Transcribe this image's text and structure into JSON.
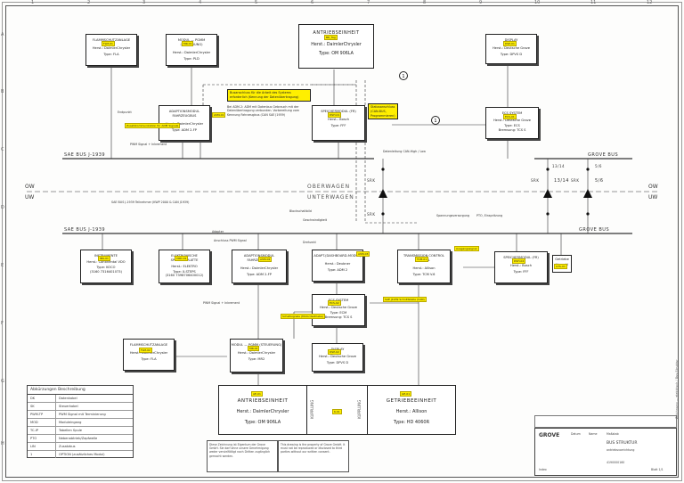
{
  "ruler_numbers": [
    "1",
    "2",
    "3",
    "4",
    "5",
    "6",
    "7",
    "8",
    "9",
    "10",
    "11",
    "12"
  ],
  "ruler_letters": [
    "A",
    "B",
    "C",
    "D",
    "E",
    "F",
    "G",
    "H"
  ],
  "main_top": {
    "tag": "BR_Tag",
    "title": "ANTRIEBSEINHEIT",
    "manufacturer": "Herst.: DaimlerChrysler",
    "type": "Type: OM 906LA"
  },
  "boxes": {
    "flm_top": {
      "tag": "FLM-01",
      "title": "FLAMMSCHUTZANLAGE",
      "l1": "Herst.: DaimlerChrysler",
      "l2": "Type: FLA"
    },
    "mr_top": {
      "tag": "MR-01",
      "title": "MODUL — PGMM (STEUERUNG)",
      "l1": "Herst.: DaimlerChrysler",
      "l2": "Type: PLD"
    },
    "adapt_top": {
      "tag": "ASM-01",
      "title": "ADAPTIONSMODUL FAHRZEUGBUS",
      "l1": "Herst.: DaimlerChrysler",
      "l2": "Type: ADM 2-FP"
    },
    "dsh_top": {
      "tag": "DSH-01",
      "title": "SPEICHERMODUL (FR)",
      "l1": "Herst.: Bosch",
      "l2": "Type: FFF"
    },
    "disp_top": {
      "tag": "DSP-01",
      "title": "DISPLAY",
      "l1": "Herst.: Deutsche Grove",
      "l2": "Type: DPVS D"
    },
    "ecs_top": {
      "tag": "ECS-01",
      "title": "ECS SYSTEM",
      "l1": "Herst.: Deutsche Grove",
      "l2": "Type: ECS",
      "l3": "Bremsung: TCS S"
    },
    "inst": {
      "tag": "INS-01",
      "title": "INSTRUMENTE",
      "l1": "Herst.: Continental VDO",
      "l2": "Type: KOCO",
      "l3": "(3160 7316401073)"
    },
    "card": {
      "tag": "CRD-01",
      "title": "ELEKTRONISCHE SPEICHERPLATTE",
      "l1": "Herst.: ELEKTRO",
      "l2": "Type: X-STEPS",
      "l3": "(3160 7398706400012)"
    },
    "adapt_mid": {
      "tag": "ASM-02",
      "title": "ADAPTIONSMODUL FAHRZEUGBUS",
      "l1": "Herst.: DaimlerChrysler",
      "l2": "Type: ADM 2-FP"
    },
    "adapt_r": {
      "tag": "ASM-03",
      "title": "ADAPT.(DASHBOARD-MODUL)",
      "l1": "Herst.: Deubner",
      "l2": "Type: ADM 2"
    },
    "trans": {
      "tag": "TCM-01",
      "title": "TRANSMISSION CONTROL MODUL",
      "l1": "Herst.: Allison",
      "l2": "Type: TCM V.6"
    },
    "dash_r": {
      "tag": "DSH-02",
      "title": "SPEICHERMODUL (FR)",
      "l1": "Herst.: Bosch",
      "l2": "Type: FFF"
    },
    "ecs_mid": {
      "tag": "ECS-02",
      "title": "ECS SYSTEM",
      "l1": "Herst.: Deutsche Grove",
      "l2": "Type: ECM",
      "l3": "Bremsung: TCS S"
    },
    "disp_mid": {
      "tag": "DSP-02",
      "title": "DISPLAY",
      "l1": "Herst.: Deutsche Grove",
      "l2": "Type: DPVS D"
    },
    "flm_bot": {
      "tag": "FLM-02",
      "title": "FLAMMSCHUTZANLAGE",
      "l1": "Herst.: DaimlerChrysler",
      "l2": "Type: FLA"
    },
    "mr_bot": {
      "tag": "MR-02",
      "title": "MODUL — PGMM (STEUERUNG)",
      "l1": "Herst.: DaimlerChrysler",
      "l2": "Type: MR2"
    },
    "getrieb_small": {
      "tag": "GTS-01",
      "title": "Getriebe",
      "l1": "Vorwahl",
      "l2": ""
    }
  },
  "bottom_units": {
    "left": {
      "tag": "AE-01",
      "title": "ANTRIEBSEINHEIT",
      "manufacturer": "Herst.: DaimlerChrysler",
      "type": "Type: OM 906LA"
    },
    "right": {
      "tag": "GE-01",
      "title": "GETRIEBEEINHEIT",
      "manufacturer": "Herst.: Allison",
      "type": "Type: HD 4060R"
    },
    "coupling_left": "KUPPLUNG",
    "coupling_right": "KUPPLUNG",
    "mid_tag": "K-01"
  },
  "bus_labels": {
    "sae_top": "SAE BUS J-1939",
    "sae_mid": "SAE BUS J-1939",
    "grove_top": "GROVE BUS",
    "grove_mid": "GROVE BUS",
    "oberwagen": "OBERWAGEN",
    "unterwagen": "UNTERWAGEN",
    "ow_l": "OW",
    "uw_l": "UW",
    "ow_r": "OW",
    "uw_r": "UW",
    "srk_1": "SRK",
    "srk_2": "SRK",
    "srk_3": "SRK",
    "srk_4": "SRK",
    "ratio_1": "13/14",
    "ratio_2": "5/6",
    "ratio_3": "13/14",
    "ratio_4": "5/6"
  },
  "notes": {
    "note_a": "Busanschluss für die Arbeit des Systems erforderlich (Kennung der Datenübertragung)",
    "note_b": "Statusanschluss (CAN-BUS, Programmieren)",
    "note_c": "Zusatzkommunikation für ADM Signale",
    "note_d": "SAE J1939 Schnittstelle (CAN)",
    "note_e": "Ausgangssignal",
    "note_f": "Schaltsignale (Motor/Getriebe)"
  },
  "texts": {
    "t1": "Bei ADM-2: ADM mit Datenbus Gebrauch mit der Datenübertragung verbunden. Vorbereitung vom Kennung Fahrzeugbus (CAN SAE J1939)",
    "t2": "SAE BUS J-1939 Teilnehmer (KWP 2000 & CAN J1939)",
    "t3": "Datenleitung CAN-High / Low",
    "t4": "PWM Signal + Inkrement",
    "t5": "Blockschaltbild",
    "t6": "Endpunkt",
    "t7": "Adapter",
    "t8": "Anschluss PWM Signal",
    "t9": "Spannungsversorgung",
    "t10": "PTO, Einspritzung",
    "t11": "Geschwindigkeit",
    "t12": "Drehzahl"
  },
  "legend": {
    "title": "Abkürzungen  Beschreibung",
    "rows": [
      {
        "k": "DK",
        "v": "Datenkabel"
      },
      {
        "k": "SK",
        "v": "Steuerkabel"
      },
      {
        "k": "PWM-TP",
        "v": "PWM Signal mit Terminierung"
      },
      {
        "k": "MOD",
        "v": "Moduleingang"
      },
      {
        "k": "TC-IP",
        "v": "Tabellen Spule"
      },
      {
        "k": "PTO",
        "v": "Nebenabtrieb/Zapfwelle"
      },
      {
        "k": "LIN",
        "v": "Zusatzbus"
      },
      {
        "k": "1",
        "v": "OPTION (zusätzliches Modul)"
      }
    ]
  },
  "para_left": "Diese Zeichnung ist Eigentum der Grove GmbH. Sie darf ohne unsere Genehmigung weder vervielfältigt noch Dritten zugänglich gemacht werden.",
  "para_right": "This drawing is the property of Grove GmbH. It must not be reproduced or disclosed to third parties without our written consent.",
  "titleblock": {
    "company": "GROVE",
    "title1": "BUS STRUKTUR",
    "title2": "antriebsvorrichtung",
    "drawing_no": "4190000160",
    "sheet": "Blatt 1/1",
    "scale": "Maßstab",
    "date": "Datum",
    "name": "Name",
    "revision": "Index"
  },
  "circle_labels": [
    "1",
    "1"
  ],
  "side_vertical": "Zeichnung — elektrisch / Bus-Struktur"
}
